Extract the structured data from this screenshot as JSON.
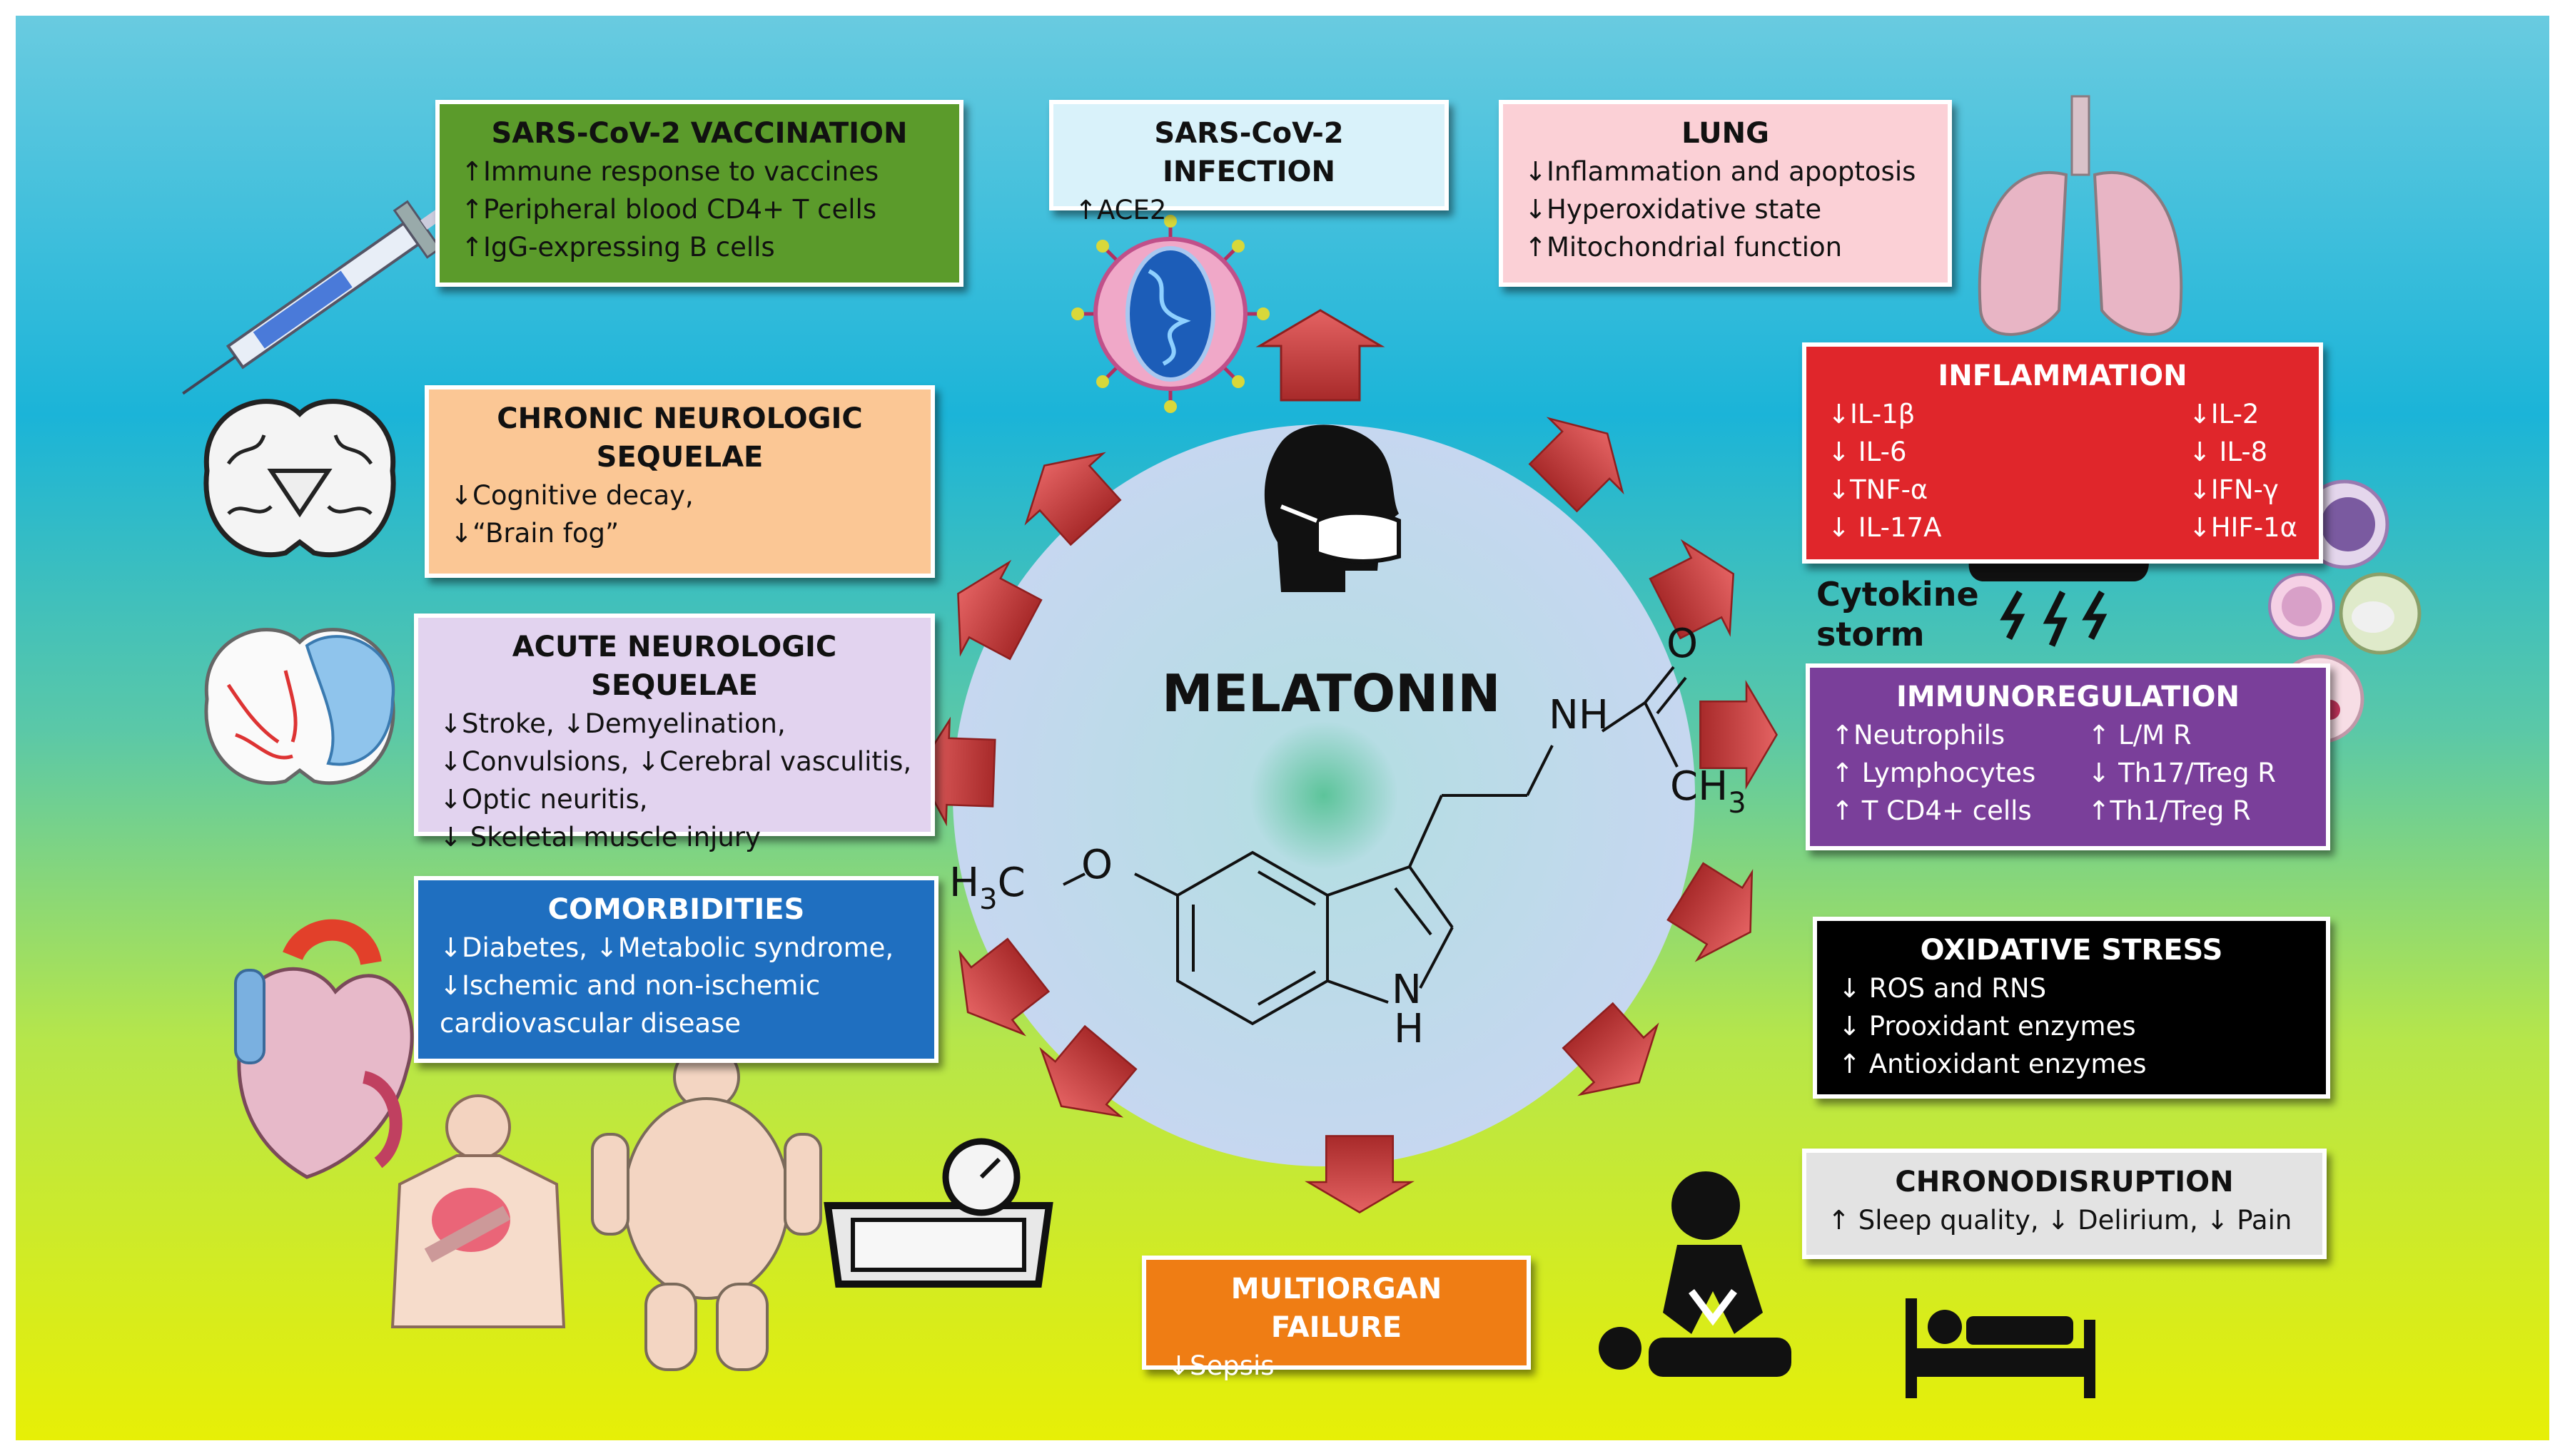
{
  "center_label": "MELATONIN",
  "molecule": {
    "methoxy_h": "H",
    "methoxy_sub": "3",
    "methoxy_c": "C",
    "oxygen_left": "O",
    "nh": "NH",
    "carbonyl_o": "O",
    "methyl_ch": "CH",
    "methyl_sub": "3",
    "ring_n": "N",
    "ring_h": "H"
  },
  "cytokine_storm": [
    "Cytokine",
    "storm"
  ],
  "boxes": {
    "vaccination": {
      "title": "SARS-CoV-2 VACCINATION",
      "lines": [
        "↑Immune response to vaccines",
        "↑Peripheral blood CD4+ T cells",
        "↑IgG-expressing B cells"
      ]
    },
    "infection": {
      "title": "SARS-CoV-2 INFECTION",
      "lines": [
        "↑ACE2"
      ]
    },
    "lung": {
      "title": "LUNG",
      "lines": [
        "↓Inflammation and apoptosis",
        "↓Hyperoxidative state",
        "↑Mitochondrial function"
      ]
    },
    "chronic_neuro": {
      "title": [
        "CHRONIC NEUROLOGIC",
        "SEQUELAE"
      ],
      "lines": [
        "↓Cognitive decay,",
        "↓“Brain fog”"
      ]
    },
    "acute_neuro": {
      "title": "ACUTE NEUROLOGIC SEQUELAE",
      "lines": [
        "↓Stroke, ↓Demyelination,",
        "↓Convulsions, ↓Cerebral vasculitis,",
        "↓Optic neuritis,",
        "↓ Skeletal muscle injury"
      ]
    },
    "comorbidities": {
      "title": "COMORBIDITIES",
      "lines": [
        "↓Diabetes, ↓Metabolic syndrome,",
        "↓Ischemic and non-ischemic",
        "cardiovascular disease"
      ]
    },
    "inflammation": {
      "title": "INFLAMMATION",
      "left": [
        "↓IL-1β",
        "↓ IL-6",
        "↓TNF-α",
        "↓ IL-17A"
      ],
      "right": [
        "↓IL-2",
        "↓ IL-8",
        "↓IFN-γ",
        "↓HIF-1α"
      ]
    },
    "immunoregulation": {
      "title": "IMMUNOREGULATION",
      "left": [
        "↑Neutrophils",
        "↑ Lymphocytes",
        "↑ T CD4+ cells"
      ],
      "right": [
        "↑ L/M R",
        "↓ Th17/Treg R",
        "↑Th1/Treg R"
      ]
    },
    "oxidative": {
      "title": "OXIDATIVE STRESS",
      "lines": [
        "↓ ROS and RNS",
        "↓ Prooxidant enzymes",
        "↑ Antioxidant enzymes"
      ]
    },
    "chrono": {
      "title": "CHRONODISRUPTION",
      "lines": [
        "↑ Sleep quality, ↓ Delirium, ↓ Pain"
      ]
    },
    "multiorgan": {
      "title": "MULTIORGAN FAILURE",
      "lines": [
        "↓Sepsis"
      ]
    }
  },
  "colors": {
    "vaccination": "#5b9b2b",
    "infection": "#d9f2fa",
    "lung": "#fbd0d6",
    "chronic_neuro": "#fbc795",
    "acute_neuro": "#e2d3ef",
    "comorbidities": "#1f6fc0",
    "inflammation": "#e0262b",
    "immunoregulation": "#7a3f9a",
    "oxidative": "#000000",
    "chrono": "#e3e3e3",
    "multiorgan": "#ef7d14",
    "arrow": "#c93b3b"
  },
  "icons": [
    "syringe-icon",
    "virus-icon",
    "lungs-icon",
    "brain-icon",
    "brain-stroke-icon",
    "heart-icon",
    "masked-person-icon",
    "storm-cloud-icon",
    "immune-cell-icon",
    "person-chest-icon",
    "obese-person-icon",
    "weighing-scale-icon",
    "cpr-icon",
    "hospital-bed-icon"
  ]
}
